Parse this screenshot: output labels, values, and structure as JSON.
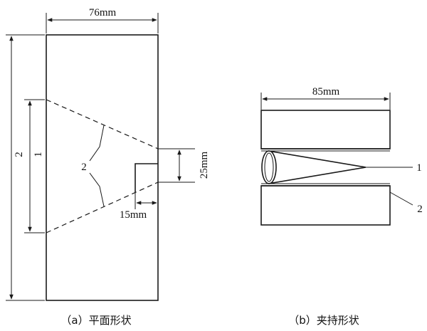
{
  "panel_a": {
    "dim_width": "76mm",
    "dim_outer": "2",
    "dim_inner": "1",
    "callout": "2",
    "dim_slot": "25mm",
    "dim_offset": "15mm",
    "caption": "（a）平面形状"
  },
  "panel_b": {
    "dim_width": "85mm",
    "callout_1": "1",
    "callout_2": "2",
    "caption": "（b）夹持形状"
  }
}
